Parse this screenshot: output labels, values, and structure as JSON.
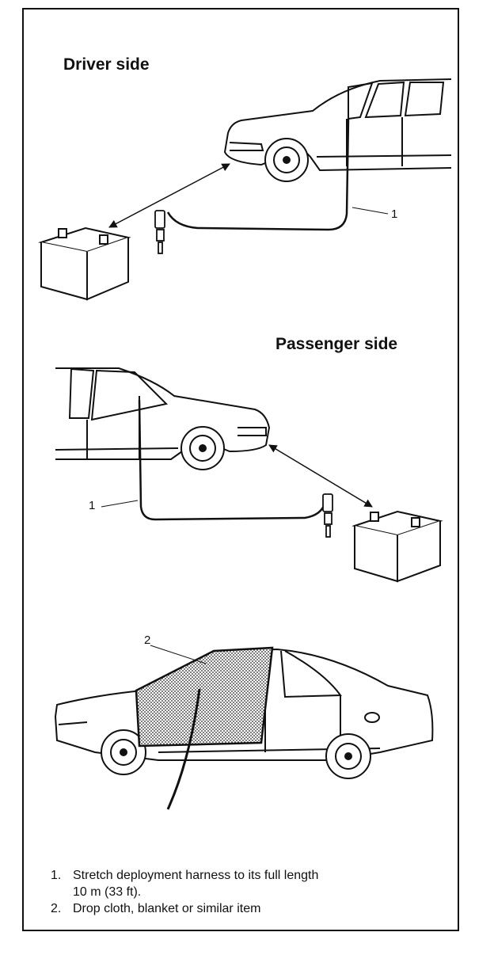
{
  "headings": {
    "driver": "Driver side",
    "passenger": "Passenger side"
  },
  "callouts": {
    "harness_driver": "1",
    "harness_passenger": "1",
    "cloth": "2"
  },
  "notes": [
    {
      "num": "1.",
      "lines": [
        "Stretch deployment harness to its full length",
        "10 m (33 ft)."
      ]
    },
    {
      "num": "2.",
      "lines": [
        "Drop cloth, blanket or similar item"
      ]
    }
  ]
}
